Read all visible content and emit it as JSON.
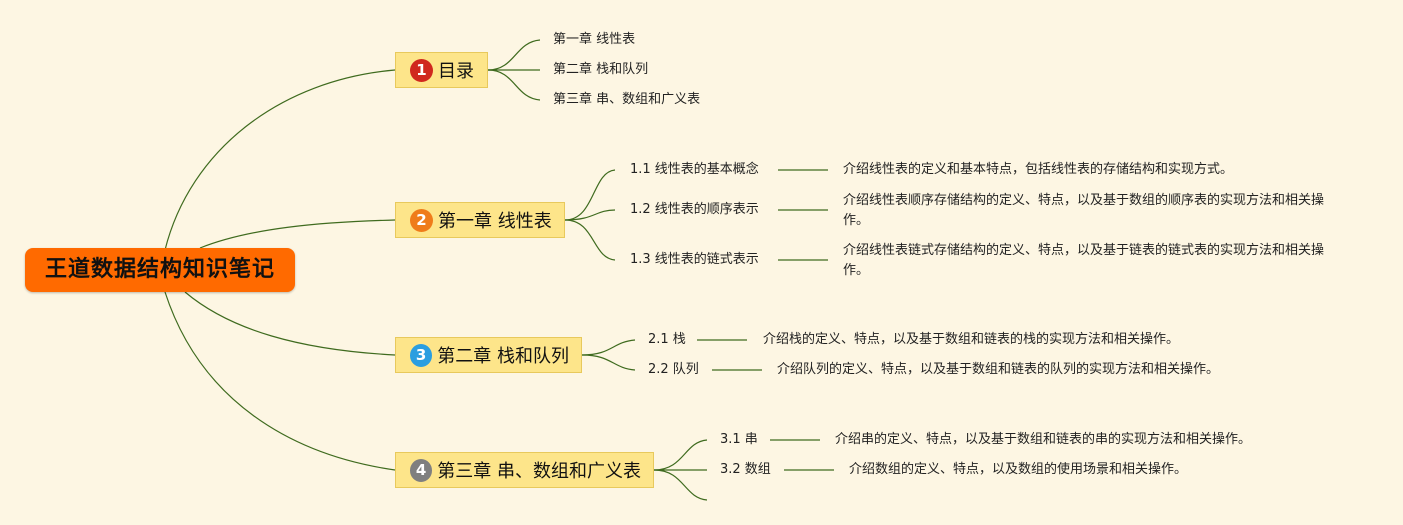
{
  "root": {
    "title": "王道数据结构知识笔记"
  },
  "branches": [
    {
      "num": "1",
      "title": "目录",
      "color": "#d0281e",
      "children": [
        {
          "label": "第一章 线性表"
        },
        {
          "label": "第二章 栈和队列"
        },
        {
          "label": "第三章 串、数组和广义表"
        }
      ]
    },
    {
      "num": "2",
      "title": "第一章 线性表",
      "color": "#ef7c1a",
      "children": [
        {
          "label": "1.1 线性表的基本概念",
          "desc": "介绍线性表的定义和基本特点，包括线性表的存储结构和实现方式。"
        },
        {
          "label": "1.2 线性表的顺序表示",
          "desc": "介绍线性表顺序存储结构的定义、特点，以及基于数组的顺序表的实现方法和相关操作。"
        },
        {
          "label": "1.3 线性表的链式表示",
          "desc": "介绍线性表链式存储结构的定义、特点，以及基于链表的链式表的实现方法和相关操作。"
        }
      ]
    },
    {
      "num": "3",
      "title": "第二章 栈和队列",
      "color": "#2a9ee0",
      "children": [
        {
          "label": "2.1 栈",
          "desc": "介绍栈的定义、特点，以及基于数组和链表的栈的实现方法和相关操作。"
        },
        {
          "label": "2.2 队列",
          "desc": "介绍队列的定义、特点，以及基于数组和链表的队列的实现方法和相关操作。"
        }
      ]
    },
    {
      "num": "4",
      "title": "第三章 串、数组和广义表",
      "color": "#7f7f7f",
      "children": [
        {
          "label": "3.1 串",
          "desc": "介绍串的定义、特点，以及基于数组和链表的串的实现方法和相关操作。"
        },
        {
          "label": "3.2 数组",
          "desc": "介绍数组的定义、特点，以及数组的使用场景和相关操作。"
        }
      ]
    }
  ]
}
